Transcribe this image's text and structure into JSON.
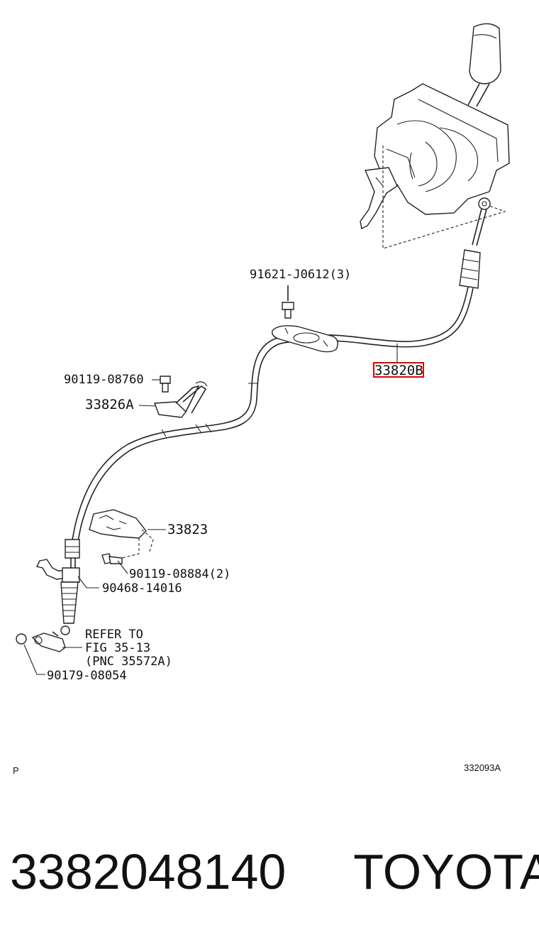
{
  "callouts": {
    "c_91621": "91621-J0612(3)",
    "c_33820": "33820B",
    "c_90119a": "90119-08760",
    "c_33826": "33826A",
    "c_33823": "33823",
    "c_90119b": "90119-08884(2)",
    "c_90468": "90468-14016",
    "refer_1": "REFER TO",
    "refer_2": "FIG 35-13",
    "refer_3": "(PNC 35572A)",
    "c_90179": "90179-08054"
  },
  "corner_left": "P",
  "corner_right": "332093A",
  "footer": {
    "part_number": "3382048140",
    "brand": "TOYOTA"
  },
  "highlight_color": "#e00000"
}
